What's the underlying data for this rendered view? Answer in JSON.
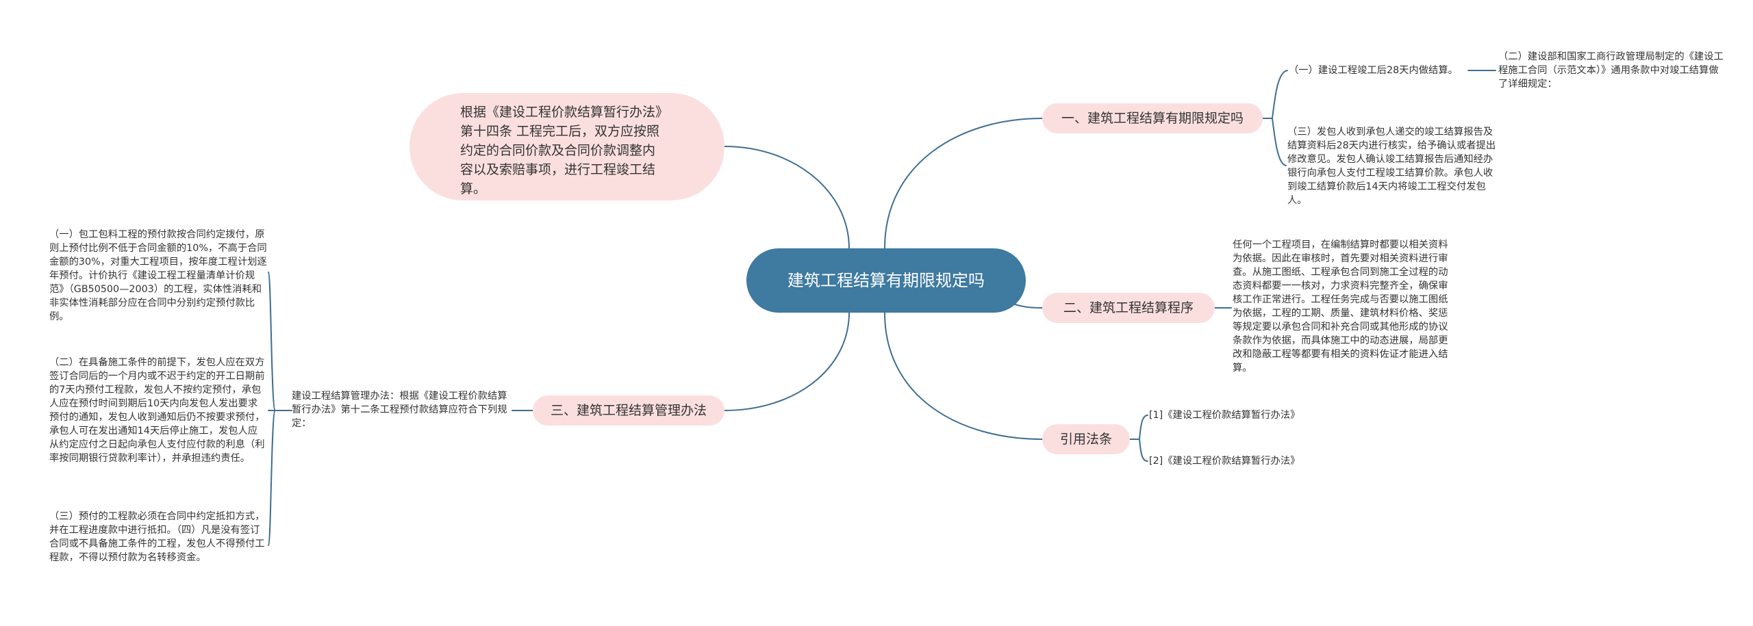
{
  "root": {
    "label": "建筑工程结算有期限规定吗"
  },
  "colors": {
    "root_fill": "#3f7aa0",
    "branch_fill": "#fbdfdf",
    "link": "#3f6e90"
  },
  "branches": [
    {
      "label": "一、建筑工程结算有期限规定吗"
    },
    {
      "label": "二、建筑工程结算程序"
    },
    {
      "label": "引用法条"
    },
    {
      "label": "三、建筑工程结算管理办法"
    }
  ],
  "bubble": {
    "text": "根据《建设工程价款结算暂行办法》第十四条 工程完工后，双方应按照约定的合同价款及合同价款调整内容以及索赔事项，进行工程竣工结算。"
  },
  "notes": {
    "b1_item1": "（一）建设工程竣工后28天内做结算。",
    "b1_item1_child": "（二）建设部和国家工商行政管理局制定的《建设工程施工合同（示范文本）》通用条款中对竣工结算做了详细规定：",
    "b1_item3": "（三）发包人收到承包人递交的竣工结算报告及结算资料后28天内进行核实，给予确认或者提出修改意见。发包人确认竣工结算报告后通知经办银行向承包人支付工程竣工结算价款。承包人收到竣工结算价款后14天内将竣工工程交付发包人。",
    "b2_text": "任何一个工程项目，在编制结算时都要以相关资料为依据。因此在审核时，首先要对相关资料进行审查。从施工图纸、工程承包合同到施工全过程的动态资料都要一一核对，力求资料完整齐全，确保审核工作正常进行。工程任务完成与否要以施工图纸为依据，工程的工期、质量、建筑材料价格、奖惩等规定要以承包合同和补充合同或其他形成的协议条款作为依据，而具体施工中的动态进展，局部更改和隐蔽工程等都要有相关的资料佐证才能进入结算。",
    "ref1": "[1]《建设工程价款结算暂行办法》",
    "ref2": "[2]《建设工程价款结算暂行办法》",
    "b4_text": "建设工程结算管理办法：根据《建设工程价款结算暂行办法》第十二条工程预付款结算应符合下列规定：",
    "b4_item1": "（一）包工包料工程的预付款按合同约定拨付，原则上预付比例不低于合同金额的10%，不高于合同金额的30%，对重大工程项目，按年度工程计划逐年预付。计价执行《建设工程工程量清单计价规范》（GB50500—2003）的工程，实体性消耗和非实体性消耗部分应在合同中分别约定预付款比例。",
    "b4_item2": "（二）在具备施工条件的前提下，发包人应在双方签订合同后的一个月内或不迟于约定的开工日期前的7天内预付工程款，发包人不按约定预付，承包人应在预付时间到期后10天内向发包人发出要求预付的通知，发包人收到通知后仍不按要求预付，承包人可在发出通知14天后停止施工，发包人应从约定应付之日起向承包人支付应付款的利息（利率按同期银行贷款利率计），并承担违约责任。",
    "b4_item3": "（三）预付的工程款必须在合同中约定抵扣方式，并在工程进度款中进行抵扣。（四）凡是没有签订合同或不具备施工条件的工程，发包人不得预付工程款，不得以预付款为名转移资金。"
  }
}
